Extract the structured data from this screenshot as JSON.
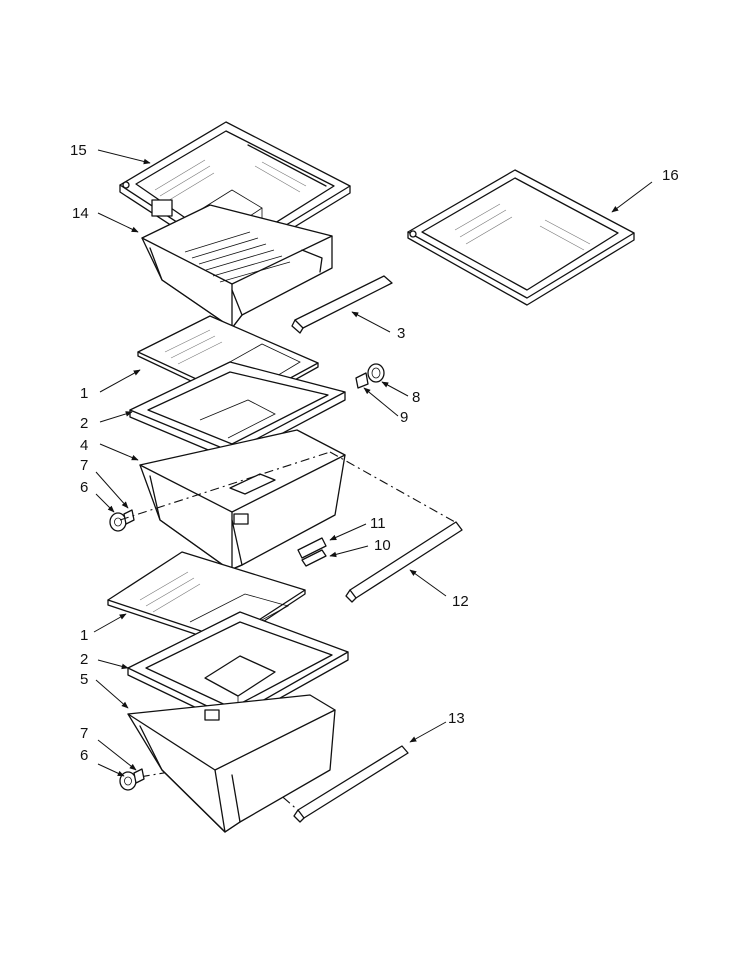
{
  "diagram": {
    "callouts": [
      {
        "id": "c15",
        "label": "15"
      },
      {
        "id": "c14",
        "label": "14"
      },
      {
        "id": "c16",
        "label": "16"
      },
      {
        "id": "c3",
        "label": "3"
      },
      {
        "id": "c1a",
        "label": "1"
      },
      {
        "id": "c8",
        "label": "8"
      },
      {
        "id": "c9",
        "label": "9"
      },
      {
        "id": "c2a",
        "label": "2"
      },
      {
        "id": "c4",
        "label": "4"
      },
      {
        "id": "c7a",
        "label": "7"
      },
      {
        "id": "c6a",
        "label": "6"
      },
      {
        "id": "c11",
        "label": "11"
      },
      {
        "id": "c10",
        "label": "10"
      },
      {
        "id": "c12",
        "label": "12"
      },
      {
        "id": "c1b",
        "label": "1"
      },
      {
        "id": "c2b",
        "label": "2"
      },
      {
        "id": "c5",
        "label": "5"
      },
      {
        "id": "c13",
        "label": "13"
      },
      {
        "id": "c7b",
        "label": "7"
      },
      {
        "id": "c6b",
        "label": "6"
      }
    ]
  }
}
